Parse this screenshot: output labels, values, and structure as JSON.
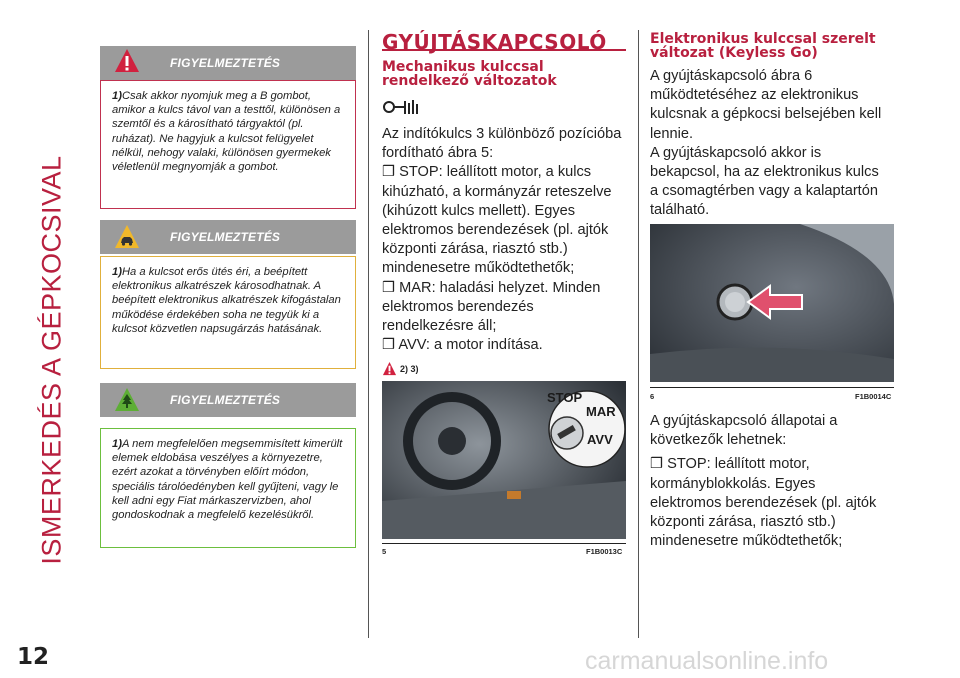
{
  "side_title": "ISMERKEDÉS A GÉPKOCSIVAL",
  "page_number": "12",
  "watermark": "carmanualsonline.info",
  "warnings": [
    {
      "heading": "FIGYELMEZTETÉS",
      "icon": "warning-exclamation-icon",
      "num": "1)",
      "text": "Csak akkor nyomjuk meg a B gombot, amikor a kulcs távol van a testtől, különösen a szemtől és a károsítható tárgyaktól (pl. ruházat). Ne hagyjuk a kulcsot felügyelet nélkül, nehogy valaki, különösen gyermekek véletlenül megnyomják a gombot.",
      "border_color": "#c0314f"
    },
    {
      "heading": "FIGYELMEZTETÉS",
      "icon": "car-damage-icon",
      "num": "1)",
      "text": "Ha a kulcsot erős ütés éri, a beépített elektronikus alkatrészek károsodhatnak. A beépített elektronikus alkatrészek kifogástalan működése érdekében soha ne tegyük ki a kulcsot közvetlen napsugárzás hatásának.",
      "border_color": "#e0b03c"
    },
    {
      "heading": "FIGYELMEZTETÉS",
      "icon": "environment-tree-icon",
      "num": "1)",
      "text": "A nem megfelelően megsemmisített kimerült elemek eldobása veszélyes a környezetre, ezért azokat a törvényben előírt módon, speciális tárolóedényben kell gyűjteni, vagy le kell adni egy Fiat márkaszervizben, ahol gondoskodnak a megfelelő kezelésükről.",
      "border_color": "#6cbf3e"
    }
  ],
  "middle": {
    "title": "GYÚJTÁSKAPCSOLÓ",
    "subhead": "Mechanikus kulccsal rendelkező változatok",
    "variant_icon": "key-variant-icon",
    "intro": "Az indítókulcs 3 különböző pozícióba fordítható ábra 5:",
    "items": [
      "❒ STOP: leállított motor, a kulcs kihúzható, a kormányzár reteszelve (kihúzott kulcs mellett). Egyes elektromos berendezések (pl. ajtók központi zárása, riasztó stb.) mindenesetre működtethetők;",
      "❒ MAR: haladási helyzet. Minden elektromos berendezés rendelkezésre áll;",
      "❒ AVV: a motor indítása."
    ],
    "note_refs": "2) 3)",
    "figure": {
      "number": "5",
      "code": "F1B0013C",
      "labels": [
        "STOP",
        "MAR",
        "AVV"
      ]
    }
  },
  "right": {
    "subhead": "Elektronikus kulccsal szerelt változat (Keyless Go)",
    "para1": "A gyújtáskapcsoló ábra 6 működtetéséhez az elektronikus kulcsnak a gépkocsi belsejében kell lennie.",
    "para2": "A gyújtáskapcsoló akkor is bekapcsol, ha az elektronikus kulcs a csomagtérben vagy a kalaptartón található.",
    "figure": {
      "number": "6",
      "code": "F1B0014C"
    },
    "para3": "A gyújtáskapcsoló állapotai a következők lehetnek:",
    "item1": "❒ STOP: leállított motor, kormányblokkolás. Egyes elektromos berendezések (pl. ajtók központi zárása, riasztó stb.) mindenesetre működtethetők;"
  },
  "colors": {
    "accent": "#b8203f",
    "grey": "#9b9b9b"
  }
}
